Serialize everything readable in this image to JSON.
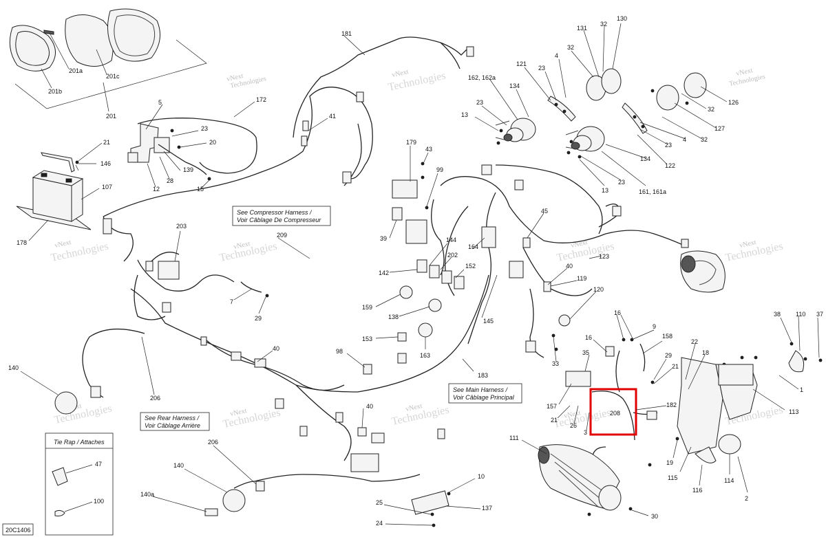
{
  "drawing_code": "20C1406",
  "notes": {
    "compressor_harness": [
      "See Compressor Harness /",
      "Voir Câblage De Compresseur"
    ],
    "main_harness": [
      "See Main Harness /",
      "Voir Câblage Principal"
    ],
    "rear_harness": [
      "See Rear Harness /",
      "Voir Câblage Arrière"
    ],
    "tie_rap": "Tie Rap / Attaches"
  },
  "watermark": [
    "vNext",
    "Technologies"
  ],
  "callouts": {
    "c181": "181",
    "c172": "172",
    "c5": "5",
    "c41": "41",
    "c23a": "23",
    "c20": "20",
    "c21a": "21",
    "c146": "146",
    "c107": "107",
    "c178": "178",
    "c139": "139",
    "c28": "28",
    "c12": "12",
    "c15": "15",
    "c201": "201",
    "c201a": "201a",
    "c201b": "201b",
    "c201c": "201c",
    "c203": "203",
    "c209": "209",
    "c7": "7",
    "c29a": "29",
    "c206a": "206",
    "c140a": "140",
    "c40a": "40",
    "c179": "179",
    "c43": "43",
    "c99": "99",
    "c39": "39",
    "c144": "144",
    "c202": "202",
    "c164": "164",
    "c142": "142",
    "c152": "152",
    "c159": "159",
    "c138": "138",
    "c145": "145",
    "c153": "153",
    "c163": "163",
    "c98": "98",
    "c183": "183",
    "c40b": "40",
    "c131": "131",
    "c32a": "32",
    "c130": "130",
    "c32b": "32",
    "c121": "121",
    "c4a": "4",
    "c23b": "23",
    "c134a": "134",
    "c162": "162, 162a",
    "c13a": "13",
    "c23c": "23",
    "c126": "126",
    "c32c": "32",
    "c127": "127",
    "c32d": "32",
    "c4b": "4",
    "c23d": "23",
    "c134b": "134",
    "c122": "122",
    "c13b": "13",
    "c23e": "23",
    "c161": "161, 161a",
    "c45": "45",
    "c40c": "40",
    "c123": "123",
    "c119": "119",
    "c120": "120",
    "c33": "33",
    "c16a": "16",
    "c9": "9",
    "c158": "158",
    "c16b": "16",
    "c35": "35",
    "c29b": "29",
    "c21b": "21",
    "c157": "157",
    "c21c": "21",
    "c26": "26",
    "c3": "3",
    "c208": "208",
    "c182": "182",
    "c111": "111",
    "c22": "22",
    "c18": "18",
    "c38": "38",
    "c110": "110",
    "c37": "37",
    "c113": "113",
    "c19": "19",
    "c115": "115",
    "c116": "116",
    "c114": "114",
    "c2": "2",
    "c206b": "206",
    "c140b": "140",
    "c140c": "140a",
    "c47": "47",
    "c100": "100",
    "c10": "10",
    "c25": "25",
    "c137": "137",
    "c24": "24",
    "c30": "30"
  },
  "colors": {
    "line": "#222222",
    "highlight": "#e00000",
    "watermark": "#bdbdbd"
  }
}
